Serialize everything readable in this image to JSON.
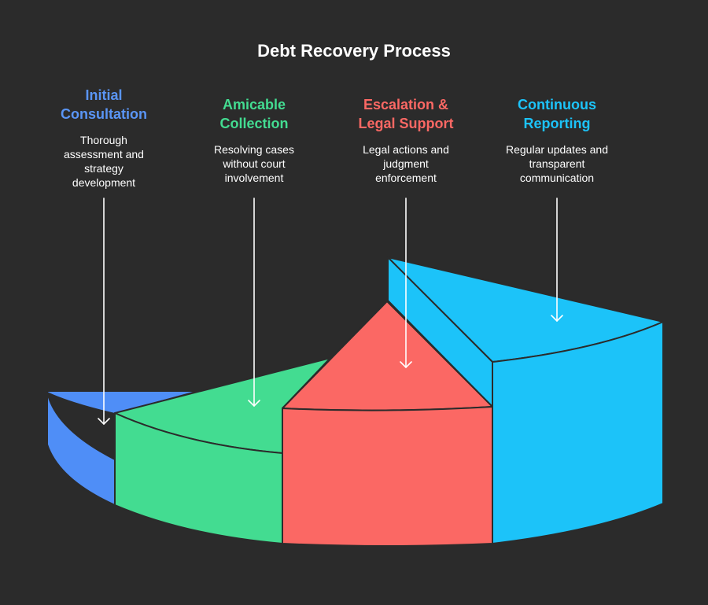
{
  "title": "Debt Recovery Process",
  "colors": {
    "background": "#2b2b2b",
    "blue": "#4f8ef7",
    "green": "#43dc91",
    "red": "#fb6864",
    "cyan": "#1cc3f9",
    "outline": "#2b2b2b"
  },
  "steps": [
    {
      "heading_line1": "Initial",
      "heading_line2": "Consultation",
      "desc_line1": "Thorough",
      "desc_line2": "assessment and",
      "desc_line3": "strategy",
      "desc_line4": "development",
      "color": "#5a95f5"
    },
    {
      "heading_line1": "Amicable",
      "heading_line2": "Collection",
      "desc_line1": "Resolving cases",
      "desc_line2": "without court",
      "desc_line3": "involvement",
      "color": "#43dc91"
    },
    {
      "heading_line1": "Escalation &",
      "heading_line2": "Legal Support",
      "desc_line1": "Legal actions and",
      "desc_line2": "judgment",
      "desc_line3": "enforcement",
      "color": "#fb6864"
    },
    {
      "heading_line1": "Continuous",
      "heading_line2": "Reporting",
      "desc_line1": "Regular updates and",
      "desc_line2": "transparent",
      "desc_line3": "communication",
      "color": "#1cc3f9"
    }
  ]
}
